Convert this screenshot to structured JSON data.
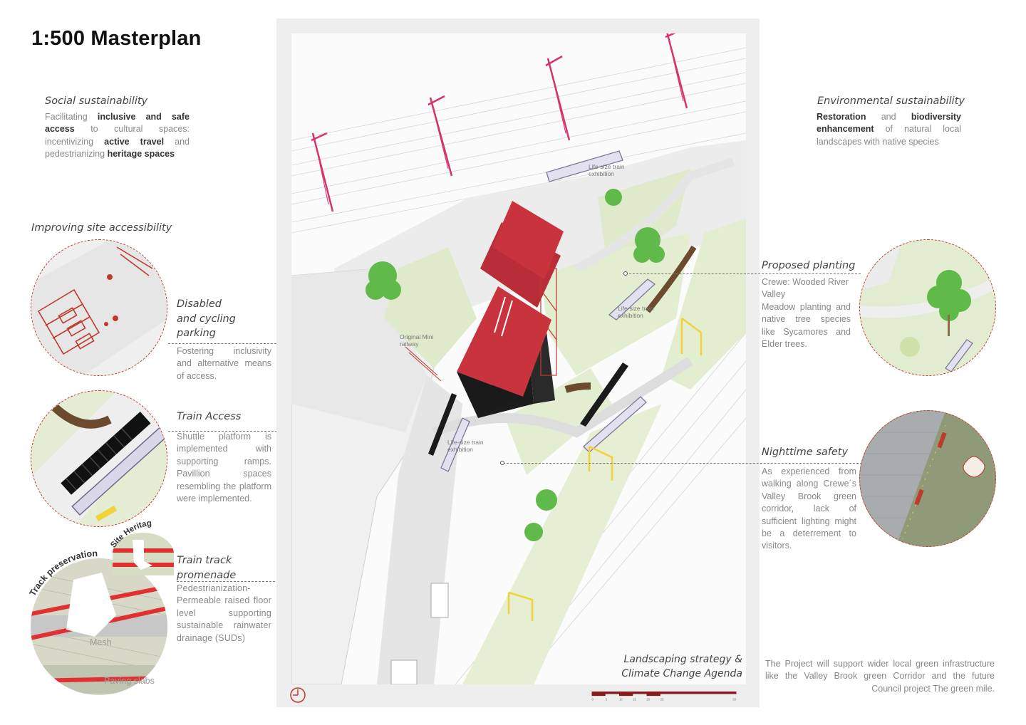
{
  "title": "1:500 Masterplan",
  "social": {
    "heading": "Social sustainability",
    "parts": [
      {
        "t": "Facilitating ",
        "b": false
      },
      {
        "t": "inclusive and safe access",
        "b": true
      },
      {
        "t": " to cultural spaces: incentivizing ",
        "b": false
      },
      {
        "t": "active travel",
        "b": true
      },
      {
        "t": " and pedestrianizing ",
        "b": false
      },
      {
        "t": "heritage spaces",
        "b": true
      }
    ]
  },
  "environmental": {
    "heading": "Environmental sustainability",
    "parts": [
      {
        "t": "Restoration",
        "b": true
      },
      {
        "t": " and ",
        "b": false
      },
      {
        "t": "biodiversity enhancement",
        "b": true
      },
      {
        "t": " of natural local landscapes with native species",
        "b": false
      }
    ]
  },
  "accessibility_heading": "Improving site accessibility",
  "disabled": {
    "heading_lines": [
      "Disabled",
      "and cycling",
      "parking"
    ],
    "body": "Fostering inclusivity and alternative means of access."
  },
  "train_access": {
    "heading": "Train Access",
    "body": "Shuttle platform is implemented with supporting ramps. Pavillion spaces resembling the platform were implemented."
  },
  "promenade": {
    "heading_lines": [
      "Train track",
      "promenade"
    ],
    "body": "Pedestrianization- Permeable raised floor level supporting sustainable rainwater drainage (SUDs)"
  },
  "planting": {
    "heading": "Proposed planting",
    "sub": "Crewe: Wooded River Valley",
    "body": "Meadow planting and native tree species like Sycamores and Elder trees."
  },
  "nighttime": {
    "heading": "Nighttime safety",
    "body": "As experienced from walking along Crewe´s Valley Brook green corridor, lack of sufficient lighting might be a deterrement to visitors."
  },
  "heritage_labels": {
    "track": "Track preservation",
    "site": "Site Heritage",
    "mesh": "Mesh",
    "paving": "Paving slabs"
  },
  "plan_labels": {
    "exhibition_top": [
      "Life-size train",
      "exhibition"
    ],
    "exhibition_mid": [
      "Life-size train",
      "exhibition"
    ],
    "exhibition_low": [
      "Life-size train",
      "exhibition"
    ],
    "mini_railway": [
      "Original Mini",
      "railway"
    ]
  },
  "landscape_caption": [
    "Landscaping strategy &",
    "Climate Change Agenda"
  ],
  "footer_note": "The Project will support wider local green infrastructure like the Valley Brook green Corridor and the future Council project The green mile.",
  "scale_ticks": [
    "0",
    "5",
    "10",
    "15",
    "20",
    "25",
    "50"
  ],
  "colors": {
    "accent_red": "#c0392b",
    "roof_red": "#c9333e",
    "pylon_pink": "#d6336c",
    "green": "#dbe8c4",
    "yellow": "#f2d23a"
  }
}
